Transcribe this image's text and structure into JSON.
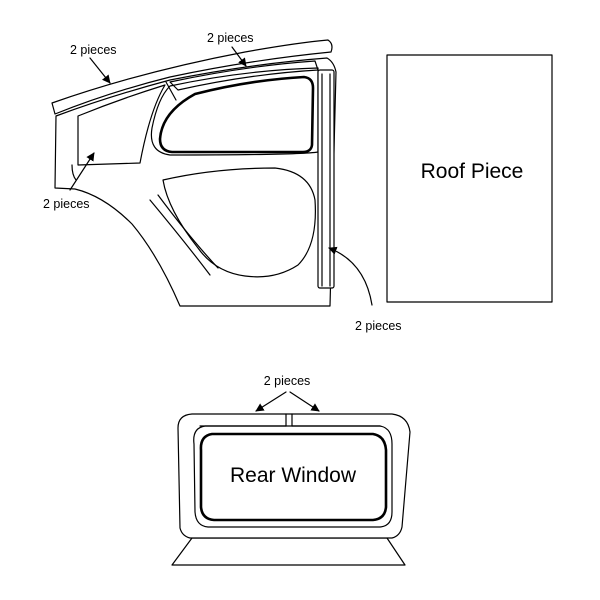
{
  "labels": {
    "roof_rail_top": "2 pieces",
    "roof_rail_upper": "2 pieces",
    "quarter_panel": "2 pieces",
    "pillar_strip": "2 pieces",
    "rear_window_top": "2 pieces"
  },
  "parts": {
    "roof_piece": "Roof Piece",
    "rear_window": "Rear Window"
  }
}
